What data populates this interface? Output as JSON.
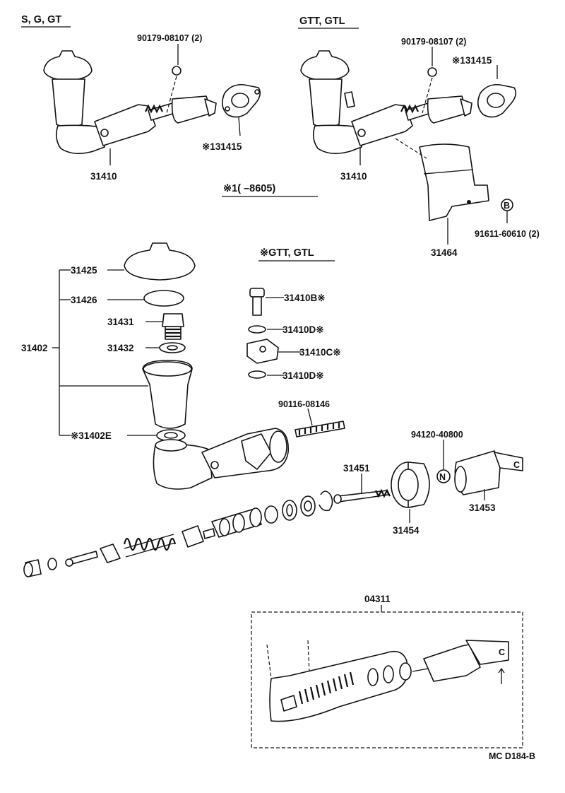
{
  "headings": {
    "left_variant": "S, G, GT",
    "right_variant": "GTT, GTL",
    "note_range": "※1(        –8605)",
    "note_variant": "※GTT, GTL"
  },
  "labels": {
    "bolt_left": "90179-08107 (2)",
    "bolt_right": "90179-08107 (2)",
    "gasket_left": "※131415",
    "gasket_right": "※131415",
    "cylinder_left": "31410",
    "cylinder_right": "31410",
    "bracket": "31464",
    "bracket_bolt": "91611-60610 (2)",
    "kit": "31402",
    "cap": "31425",
    "seal": "31426",
    "union": "31431",
    "union_gasket": "31432",
    "reservoir_grommet": "※31402E",
    "union_bolt": "31410B※",
    "gasket_d1": "31410D※",
    "union_c": "31410C※",
    "gasket_d2": "31410D※",
    "stud": "90116-08146",
    "nut": "94120-40800",
    "push_rod": "31451",
    "boot": "31454",
    "clevis": "31453",
    "assembly": "04311",
    "code": "MC  D184-B"
  },
  "markers": {
    "circle_b": "B",
    "circle_n": "N"
  }
}
